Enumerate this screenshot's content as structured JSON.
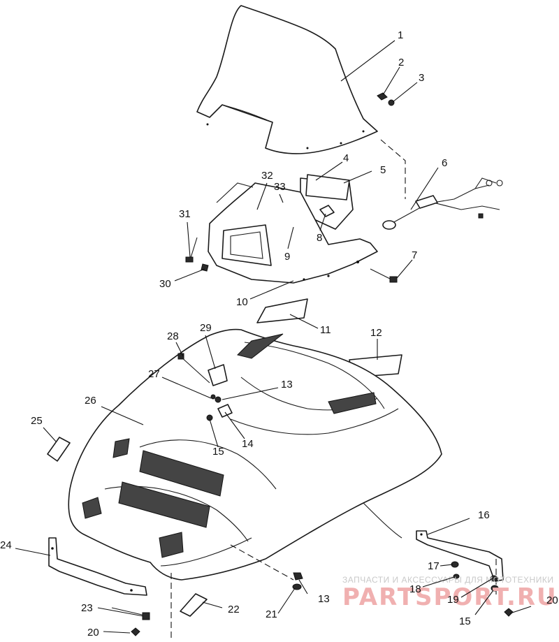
{
  "callouts": [
    {
      "id": "c1",
      "label": "1"
    },
    {
      "id": "c2",
      "label": "2"
    },
    {
      "id": "c3",
      "label": "3"
    },
    {
      "id": "c4",
      "label": "4"
    },
    {
      "id": "c5",
      "label": "5"
    },
    {
      "id": "c6",
      "label": "6"
    },
    {
      "id": "c7",
      "label": "7"
    },
    {
      "id": "c8",
      "label": "8"
    },
    {
      "id": "c9",
      "label": "9"
    },
    {
      "id": "c10",
      "label": "10"
    },
    {
      "id": "c11",
      "label": "11"
    },
    {
      "id": "c12",
      "label": "12"
    },
    {
      "id": "c13a",
      "label": "13"
    },
    {
      "id": "c13b",
      "label": "13"
    },
    {
      "id": "c14",
      "label": "14"
    },
    {
      "id": "c15a",
      "label": "15"
    },
    {
      "id": "c15b",
      "label": "15"
    },
    {
      "id": "c16",
      "label": "16"
    },
    {
      "id": "c17",
      "label": "17"
    },
    {
      "id": "c18",
      "label": "18"
    },
    {
      "id": "c19",
      "label": "19"
    },
    {
      "id": "c20a",
      "label": "20"
    },
    {
      "id": "c20b",
      "label": "20"
    },
    {
      "id": "c21",
      "label": "21"
    },
    {
      "id": "c22",
      "label": "22"
    },
    {
      "id": "c23",
      "label": "23"
    },
    {
      "id": "c24",
      "label": "24"
    },
    {
      "id": "c25",
      "label": "25"
    },
    {
      "id": "c26",
      "label": "26"
    },
    {
      "id": "c27",
      "label": "27"
    },
    {
      "id": "c28",
      "label": "28"
    },
    {
      "id": "c29",
      "label": "29"
    },
    {
      "id": "c30",
      "label": "30"
    },
    {
      "id": "c31",
      "label": "31"
    },
    {
      "id": "c32",
      "label": "32"
    },
    {
      "id": "c33",
      "label": "33"
    }
  ],
  "watermark": {
    "tagline": "ЗАПЧАСТИ И АКСЕССУАРЫ ДЛЯ МОТОТЕХНИКИ",
    "brand": "PARTSPORT.RU"
  }
}
